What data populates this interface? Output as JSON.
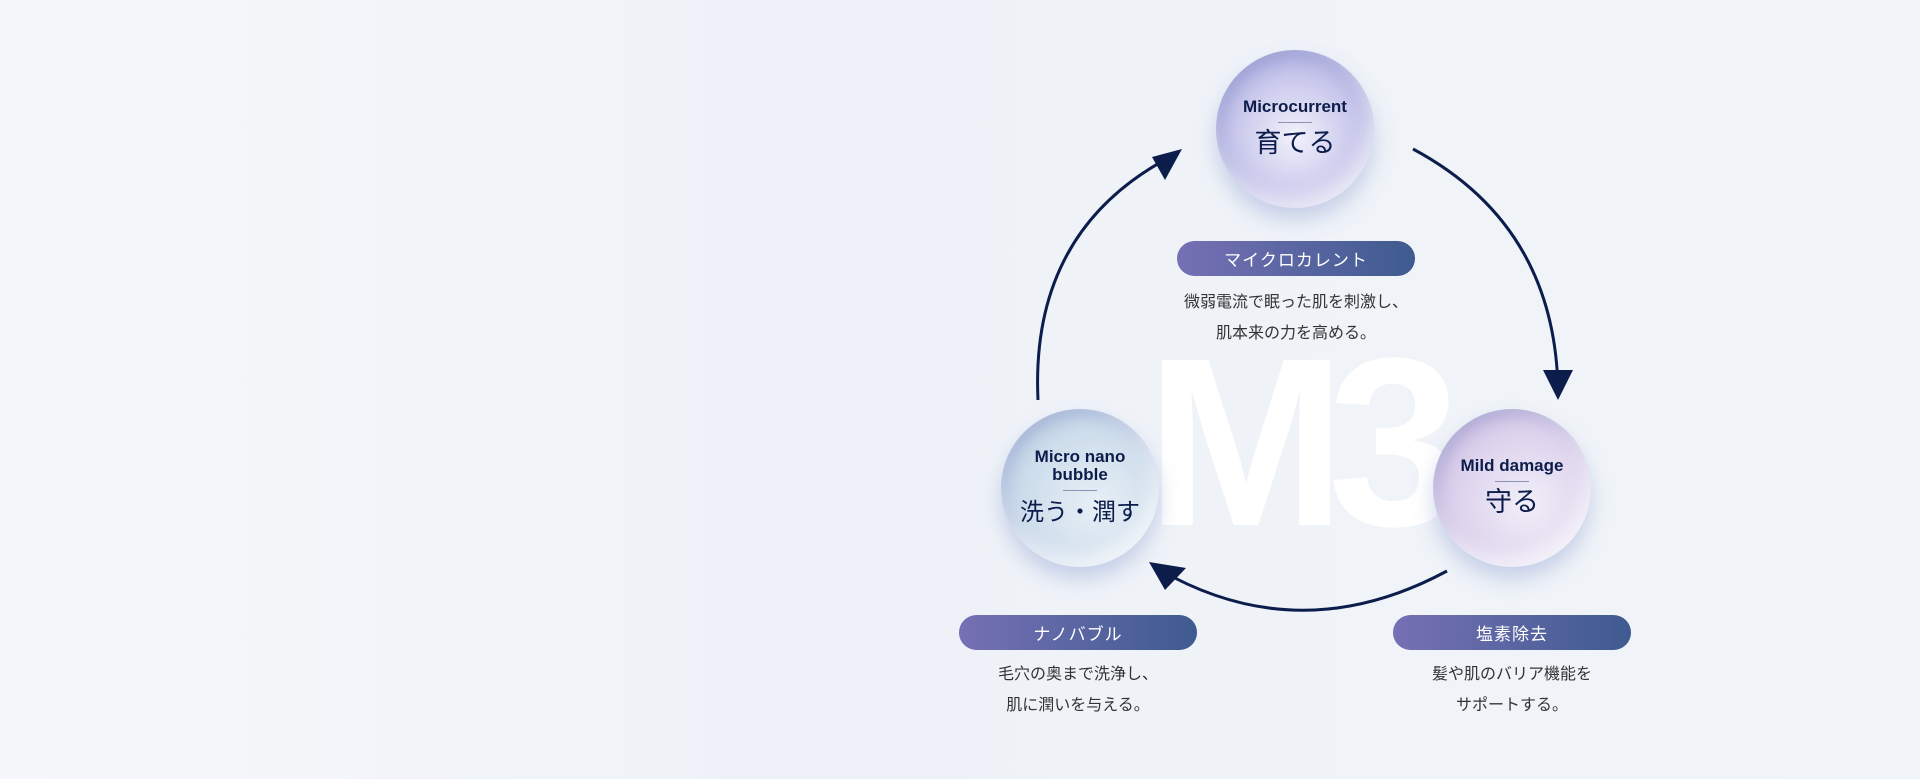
{
  "watermark": "M3",
  "items": [
    {
      "en": "Microcurrent",
      "jp": "育てる",
      "pill": "マイクロカレント",
      "desc1": "微弱電流で眠った肌を刺激し、",
      "desc2": "肌本来の力を高める。"
    },
    {
      "en": "Mild damage",
      "jp": "守る",
      "pill": "塩素除去",
      "desc1": "髪や肌のバリア機能を",
      "desc2": "サポートする。"
    },
    {
      "en": "Micro nano bubble",
      "jp": "洗う・潤す",
      "pill": "ナノバブル",
      "desc1": "毛穴の奥まで洗浄し、",
      "desc2": "肌に潤いを与える。"
    }
  ],
  "colors": {
    "arrow": "#0d1d4b",
    "pill_start": "#7670b5",
    "pill_end": "#3e5b8f"
  }
}
